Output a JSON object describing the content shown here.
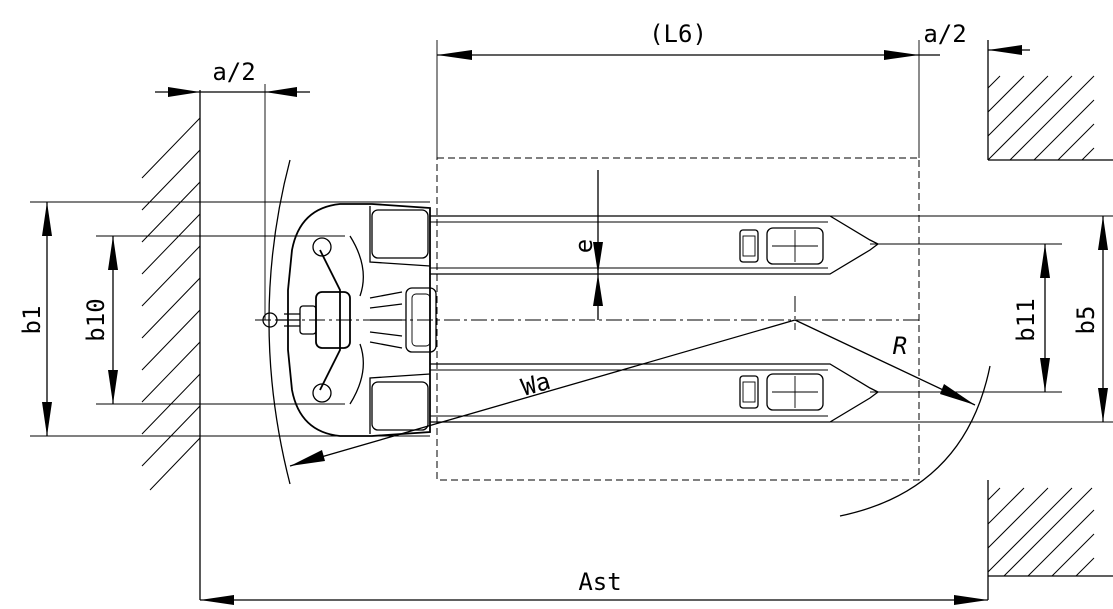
{
  "labels": {
    "L6": "(L6)",
    "a_half_right": "a/2",
    "a_half_left": "a/2",
    "e": "e",
    "b1": "b1",
    "b10": "b10",
    "b11": "b11",
    "b5": "b5",
    "R": "R",
    "Wa": "Wa",
    "Ast": "Ast"
  }
}
